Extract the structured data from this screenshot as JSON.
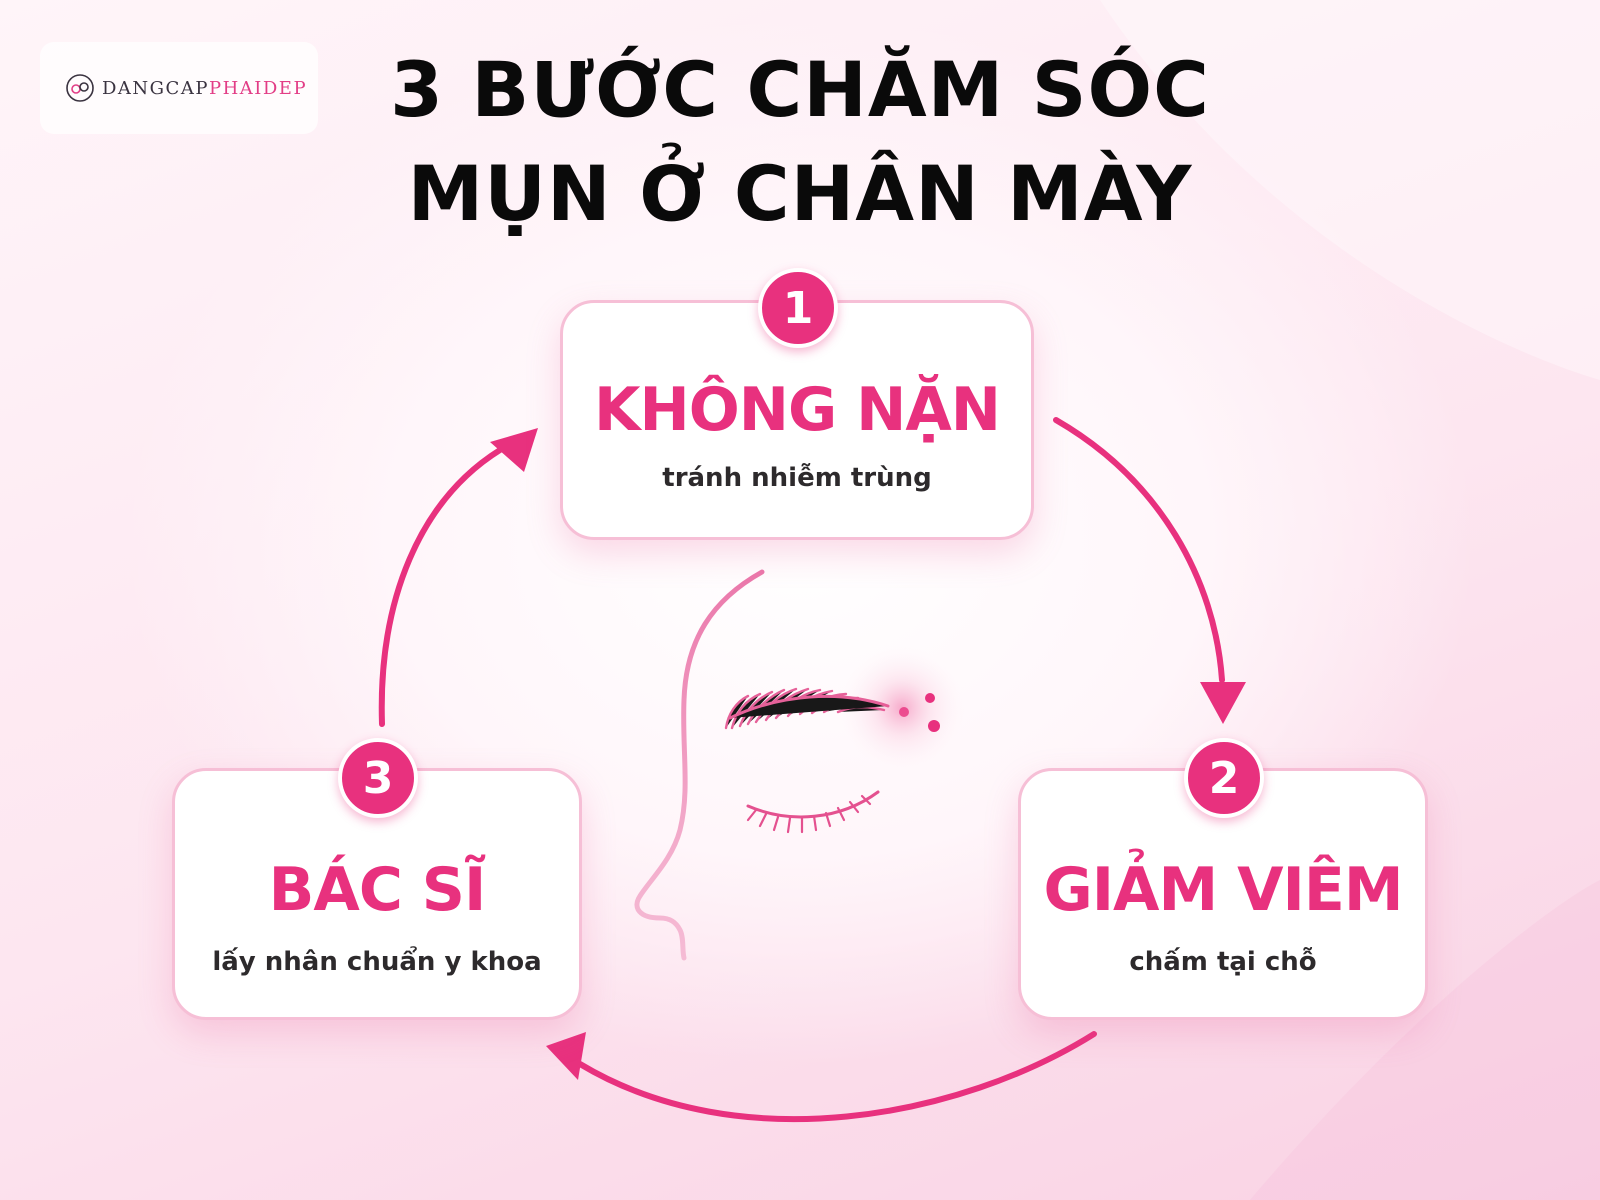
{
  "logo": {
    "text_main": "DANGCAP",
    "text_accent": "PHAIDEP"
  },
  "title": {
    "line1": "3 BƯỚC CHĂM SÓC",
    "line2": "MỤN Ở CHÂN MÀY"
  },
  "steps": [
    {
      "number": "1",
      "heading": "KHÔNG NẶN",
      "subtext": "tránh nhiễm trùng"
    },
    {
      "number": "2",
      "heading": "GIẢM VIÊM",
      "subtext": "chấm tại chỗ"
    },
    {
      "number": "3",
      "heading": "BÁC SĨ",
      "subtext": "lấy nhân chuẩn y khoa"
    }
  ],
  "colors": {
    "accent": "#e8317e",
    "card_border": "#f6bfd6",
    "title": "#0a0a0a",
    "subtext": "#2d2a2c"
  },
  "icons": {
    "logo": "logo-mark-icon",
    "illustration": "face-profile-eyebrow-acne-icon",
    "cycle_arrows": "cycle-arrow-icon"
  }
}
